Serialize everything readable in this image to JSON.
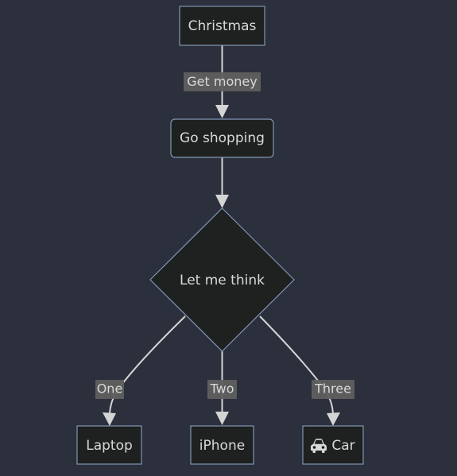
{
  "colors": {
    "background": "#2c2f3c",
    "node_fill": "#1f2020",
    "node_stroke": "#7f97b3",
    "edge": "#d4d4d4",
    "label_bg": "#5f5f5f",
    "text": "#d9d9d9"
  },
  "nodes": {
    "christmas": {
      "label": "Christmas"
    },
    "shopping": {
      "label": "Go shopping"
    },
    "think": {
      "label": "Let me think"
    },
    "laptop": {
      "label": "Laptop"
    },
    "iphone": {
      "label": "iPhone"
    },
    "car": {
      "label": "Car",
      "icon": "car-icon"
    }
  },
  "edges": {
    "christmas_to_shopping": {
      "label": "Get money"
    },
    "think_to_laptop": {
      "label": "One"
    },
    "think_to_iphone": {
      "label": "Two"
    },
    "think_to_car": {
      "label": "Three"
    }
  }
}
